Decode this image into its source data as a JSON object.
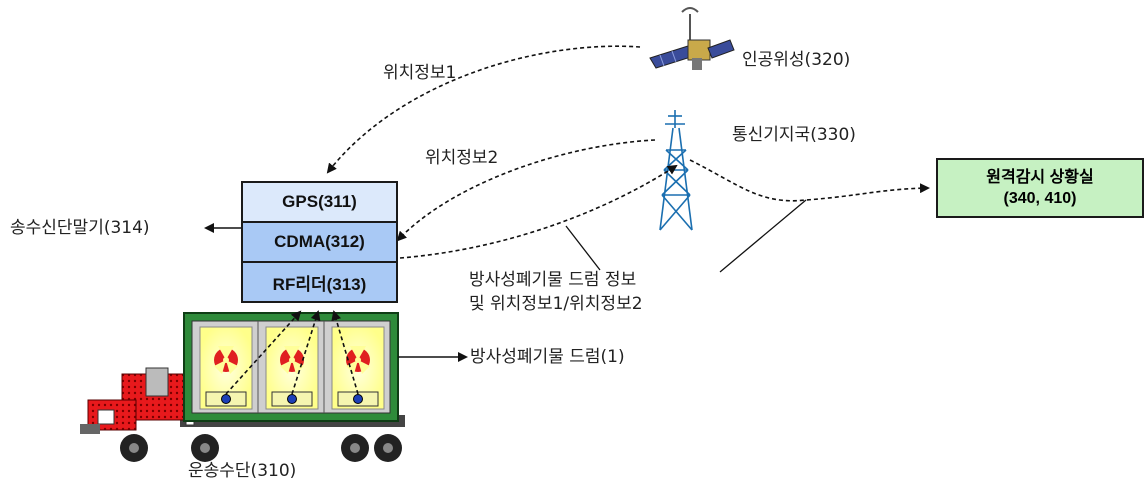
{
  "satellite": {
    "label": "인공위성(320)"
  },
  "base_station": {
    "label": "통신기지국(330)"
  },
  "control_room": {
    "line1": "원격감시 상황실",
    "line2": "(340, 410)"
  },
  "terminal_stack": {
    "gps": "GPS(311)",
    "cdma": "CDMA(312)",
    "rf_reader": "RF리더(313)"
  },
  "edge_labels": {
    "location_info_1": "위치정보1",
    "location_info_2": "위치정보2",
    "transmitted_info_line1": "방사성폐기물 드럼 정보",
    "transmitted_info_line2": "및 위치정보1/위치정보2"
  },
  "terminal_label": "송수신단말기(314)",
  "drum_label": "방사성폐기물 드럼(1)",
  "vehicle_label": "운송수단(310)",
  "colors": {
    "gps_box": "#dce9fb",
    "cdma_box": "#a9c9f5",
    "control_room": "#c6f1c2",
    "container_border": "#2e8b3a",
    "drum": "#ffff99",
    "truck": "#e02020"
  }
}
